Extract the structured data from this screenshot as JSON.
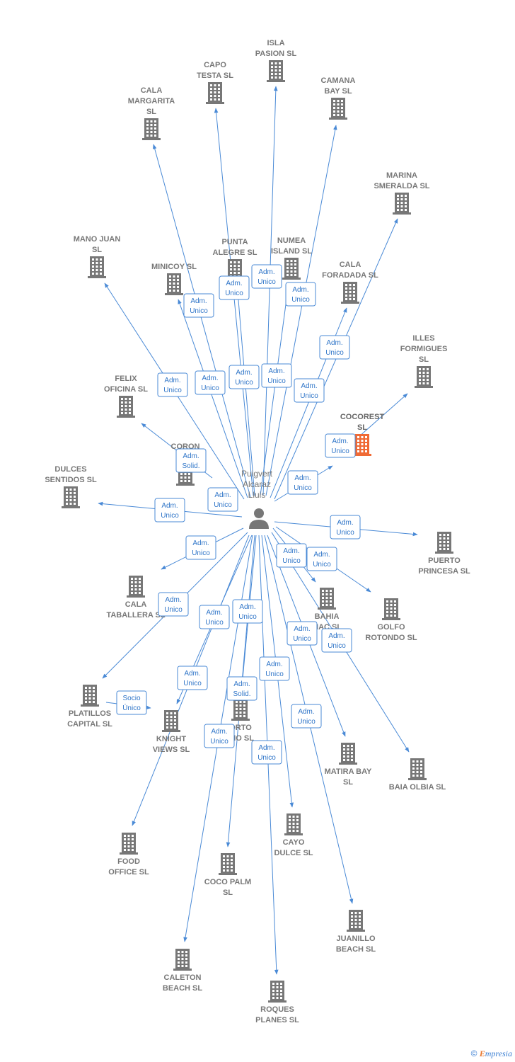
{
  "center": {
    "name_lines": [
      "Puigvert",
      "Alcaraz",
      "Lluis"
    ]
  },
  "companies": [
    {
      "id": "isla-pasion",
      "lines": [
        "ISLA",
        "PASION  SL"
      ]
    },
    {
      "id": "capo-testa",
      "lines": [
        "CAPO",
        "TESTA  SL"
      ]
    },
    {
      "id": "camana-bay",
      "lines": [
        "CAMANA",
        "BAY  SL"
      ]
    },
    {
      "id": "cala-margarita",
      "lines": [
        "CALA",
        "MARGARITA",
        "SL"
      ]
    },
    {
      "id": "marina-smeralda",
      "lines": [
        "MARINA",
        "SMERALDA  SL"
      ]
    },
    {
      "id": "mano-juan",
      "lines": [
        "MANO JUAN",
        "SL"
      ]
    },
    {
      "id": "punta-alegre",
      "lines": [
        "PUNTA",
        "ALEGRE  SL"
      ]
    },
    {
      "id": "numea-island",
      "lines": [
        "NUMEA",
        "ISLAND  SL"
      ]
    },
    {
      "id": "minicoy",
      "lines": [
        "MINICOY  SL"
      ]
    },
    {
      "id": "cala-foradada",
      "lines": [
        "CALA",
        "FORADADA  SL"
      ]
    },
    {
      "id": "illes-formigues",
      "lines": [
        "ILLES",
        "FORMIGUES",
        "SL"
      ]
    },
    {
      "id": "felix-oficina",
      "lines": [
        "FELIX",
        "OFICINA SL"
      ]
    },
    {
      "id": "cocorest",
      "lines": [
        "COCOREST",
        "SL"
      ],
      "highlight": true
    },
    {
      "id": "coron-isla",
      "lines": [
        "CORON",
        "ISLA"
      ]
    },
    {
      "id": "dulces-sentidos",
      "lines": [
        "DULCES",
        "SENTIDOS  SL"
      ]
    },
    {
      "id": "puerto-princesa",
      "lines": [
        "PUERTO",
        "PRINCESA  SL"
      ]
    },
    {
      "id": "cala-taballera",
      "lines": [
        "CALA",
        "TABALLERA  SL"
      ]
    },
    {
      "id": "bahia",
      "lines": [
        "BAHIA",
        "MAC  SL"
      ]
    },
    {
      "id": "golfo-rotondo",
      "lines": [
        "GOLFO",
        "ROTONDO  SL"
      ]
    },
    {
      "id": "platillos-capital",
      "lines": [
        "PLATILLOS",
        "CAPITAL  SL"
      ]
    },
    {
      "id": "knight-views",
      "lines": [
        "KNIGHT",
        "VIEWS  SL"
      ]
    },
    {
      "id": "porto",
      "lines": [
        "ORTO",
        "IMO  SL"
      ]
    },
    {
      "id": "matira-bay",
      "lines": [
        "MATIRA BAY",
        "SL"
      ]
    },
    {
      "id": "baia-olbia",
      "lines": [
        "BAIA OLBIA  SL"
      ]
    },
    {
      "id": "food-office",
      "lines": [
        "FOOD",
        "OFFICE  SL"
      ]
    },
    {
      "id": "cayo-dulce",
      "lines": [
        "CAYO",
        "DULCE  SL"
      ]
    },
    {
      "id": "coco-palm",
      "lines": [
        "COCO PALM",
        "SL"
      ]
    },
    {
      "id": "juanillo-beach",
      "lines": [
        "JUANILLO",
        "BEACH  SL"
      ]
    },
    {
      "id": "caleton-beach",
      "lines": [
        "CALETON",
        "BEACH  SL"
      ]
    },
    {
      "id": "roques-planes",
      "lines": [
        "ROQUES",
        "PLANES  SL"
      ]
    }
  ],
  "relations": [
    {
      "to": "isla-pasion",
      "role_lines": [
        "Adm.",
        "Unico"
      ]
    },
    {
      "to": "capo-testa",
      "role_lines": [
        "Adm.",
        "Unico"
      ]
    },
    {
      "to": "camana-bay",
      "role_lines": [
        "Adm.",
        "Unico"
      ]
    },
    {
      "to": "cala-margarita",
      "role_lines": [
        "Adm.",
        "Unico"
      ]
    },
    {
      "to": "marina-smeralda",
      "role_lines": [
        "Adm.",
        "Unico"
      ]
    },
    {
      "to": "mano-juan",
      "role_lines": [
        "Adm.",
        "Unico"
      ]
    },
    {
      "to": "punta-alegre",
      "role_lines": [
        "Adm.",
        "Unico"
      ]
    },
    {
      "to": "numea-island",
      "role_lines": [
        "Adm.",
        "Unico"
      ]
    },
    {
      "to": "minicoy",
      "role_lines": [
        "Adm.",
        "Unico"
      ]
    },
    {
      "to": "cala-foradada",
      "role_lines": [
        "Adm.",
        "Unico"
      ]
    },
    {
      "to": "illes-formigues",
      "role_lines": [
        "Adm.",
        "Unico"
      ]
    },
    {
      "to": "felix-oficina",
      "role_lines": [
        "Adm.",
        "Solid."
      ]
    },
    {
      "to": "cocorest",
      "role_lines": [
        "Adm.",
        "Unico"
      ]
    },
    {
      "to": "coron-isla",
      "role_lines": [
        "Adm.",
        "Unico"
      ]
    },
    {
      "to": "dulces-sentidos",
      "role_lines": [
        "Adm.",
        "Unico"
      ]
    },
    {
      "to": "puerto-princesa",
      "role_lines": [
        "Adm.",
        "Unico"
      ]
    },
    {
      "to": "cala-taballera",
      "role_lines": [
        "Adm.",
        "Unico"
      ]
    },
    {
      "to": "bahia",
      "role_lines": [
        "Adm.",
        "Unico"
      ]
    },
    {
      "to": "golfo-rotondo",
      "role_lines": [
        "Adm.",
        "Unico"
      ]
    },
    {
      "to": "platillos-capital",
      "role_lines": [
        "Adm.",
        "Unico"
      ]
    },
    {
      "to": "knight-views",
      "role_lines": [
        "Adm.",
        "Unico"
      ]
    },
    {
      "to": "porto",
      "role_lines": [
        "Adm.",
        "Solid."
      ]
    },
    {
      "to": "matira-bay",
      "role_lines": [
        "Adm.",
        "Unico"
      ]
    },
    {
      "to": "baia-olbia",
      "role_lines": [
        "Adm.",
        "Unico"
      ]
    },
    {
      "to": "food-office",
      "role_lines": [
        "Adm.",
        "Unico"
      ]
    },
    {
      "to": "cayo-dulce",
      "role_lines": [
        "Adm.",
        "Unico"
      ]
    },
    {
      "to": "coco-palm",
      "role_lines": [
        "Adm.",
        "Unico"
      ]
    },
    {
      "to": "juanillo-beach",
      "role_lines": [
        "Adm.",
        "Unico"
      ]
    },
    {
      "to": "caleton-beach",
      "role_lines": [
        "Adm.",
        "Unico"
      ]
    },
    {
      "to": "roques-planes",
      "role_lines": [
        "Adm.",
        "Unico"
      ]
    }
  ],
  "extra_labels": [
    {
      "lines": [
        "Socio",
        "Único"
      ]
    }
  ],
  "colors": {
    "edge": "#4a8ad6",
    "building": "#777777",
    "highlight": "#f06a35",
    "person": "#777777"
  },
  "footer": {
    "copyright": "©",
    "brand_first": "E",
    "brand_rest": "mpresia"
  }
}
